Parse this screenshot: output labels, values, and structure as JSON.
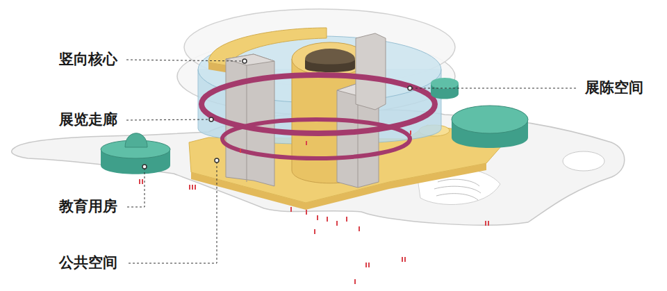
{
  "diagram": {
    "labels": [
      "竖向核心",
      "展览走廊",
      "教育用房",
      "公共空间",
      "展陈空间"
    ]
  }
}
